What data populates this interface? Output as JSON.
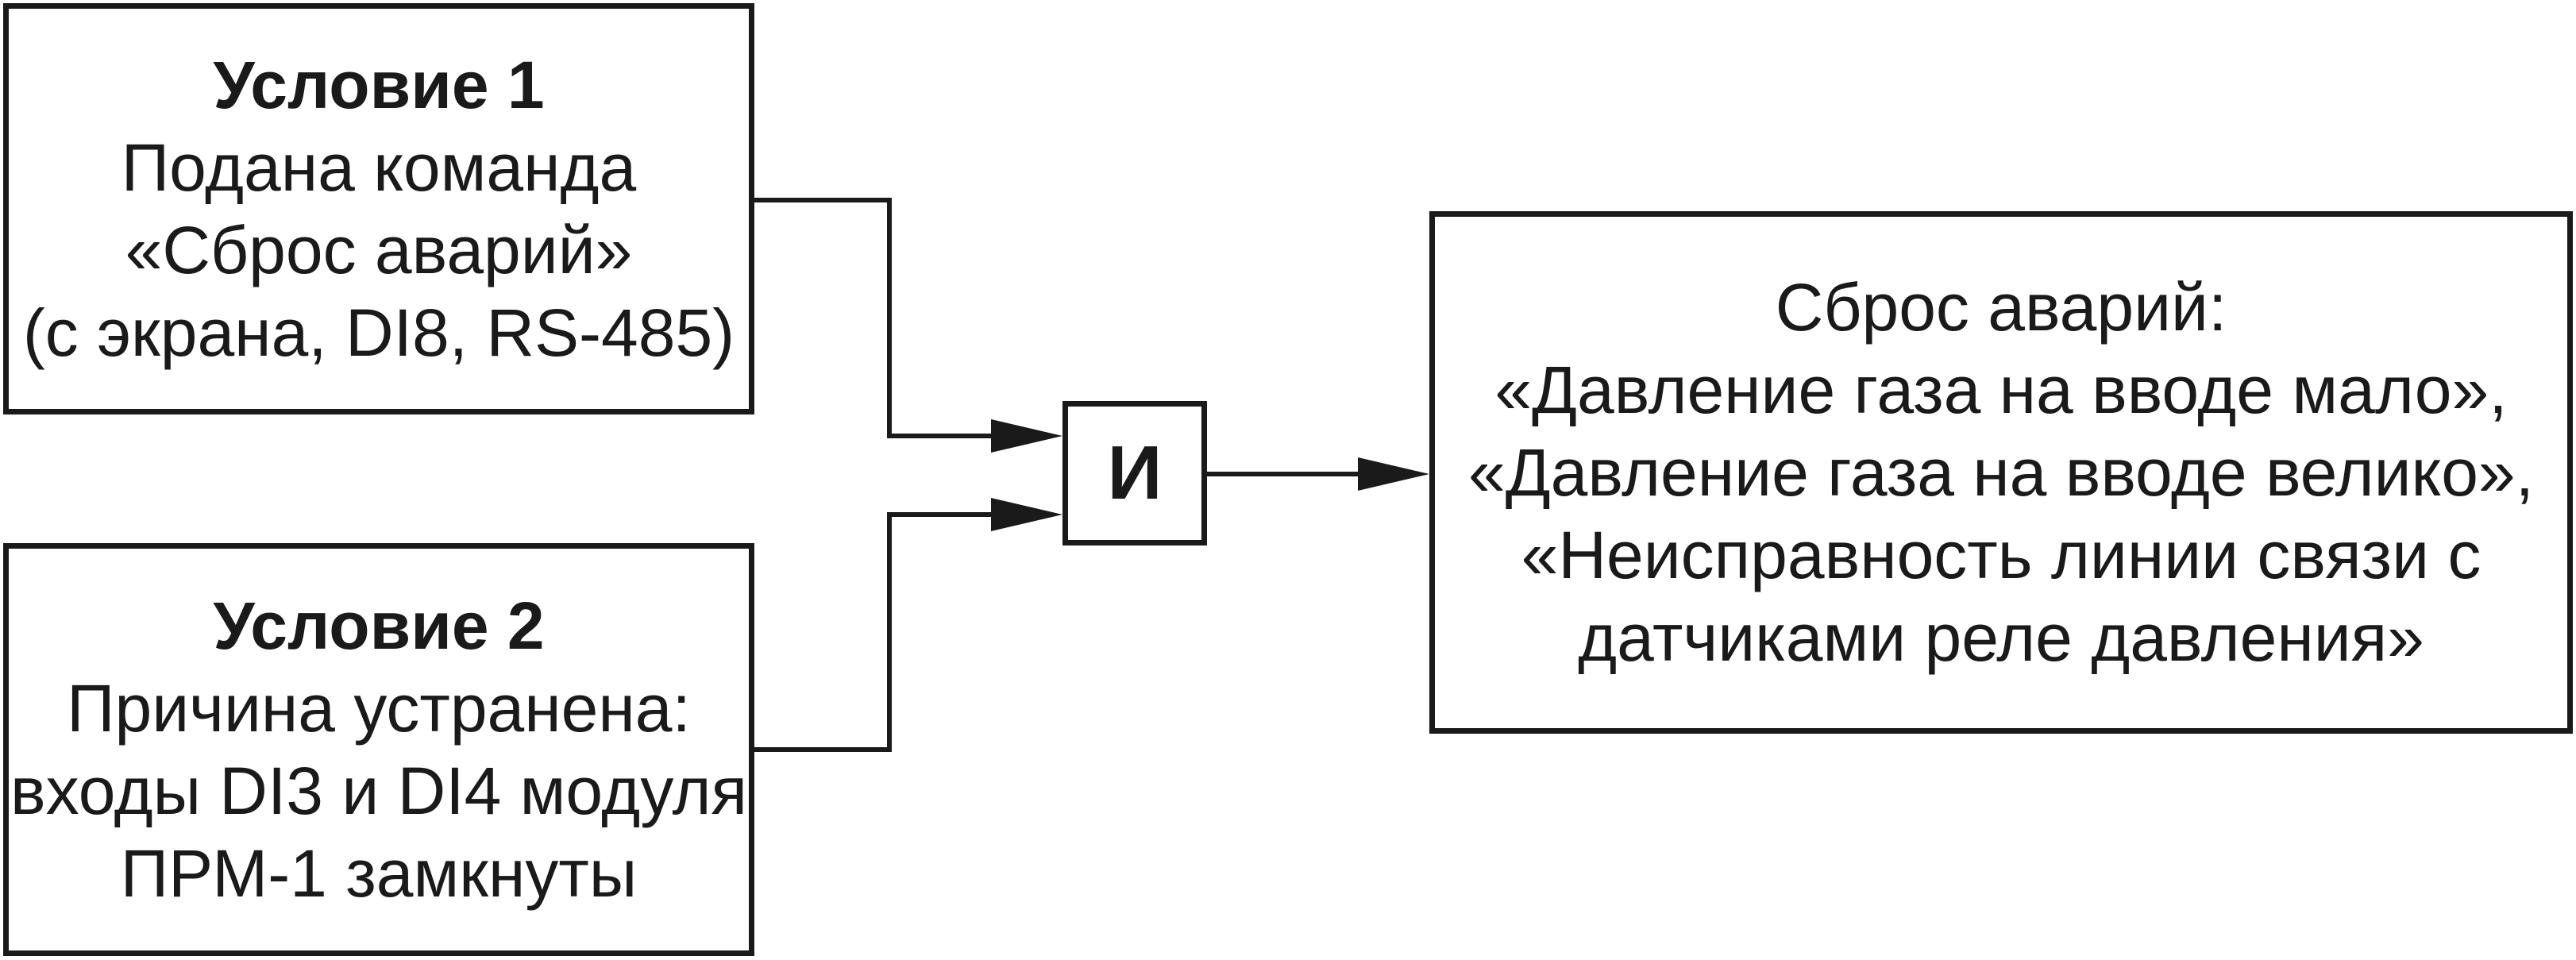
{
  "condition1": {
    "title": "Условие 1",
    "lines": [
      "Подана команда",
      "«Сброс аварий»",
      "(с экрана, DI8, RS-485)"
    ]
  },
  "condition2": {
    "title": "Условие 2",
    "lines": [
      "Причина устранена:",
      "входы DI3 и DI4 модуля",
      "ПРМ-1 замкнуты"
    ]
  },
  "gate": {
    "label": "И"
  },
  "result": {
    "lines": [
      "Сброс аварий:",
      "«Давление газа на вводе мало»,",
      "«Давление газа на вводе велико»,",
      "«Неисправность линии связи с",
      "датчиками реле давления»"
    ]
  }
}
